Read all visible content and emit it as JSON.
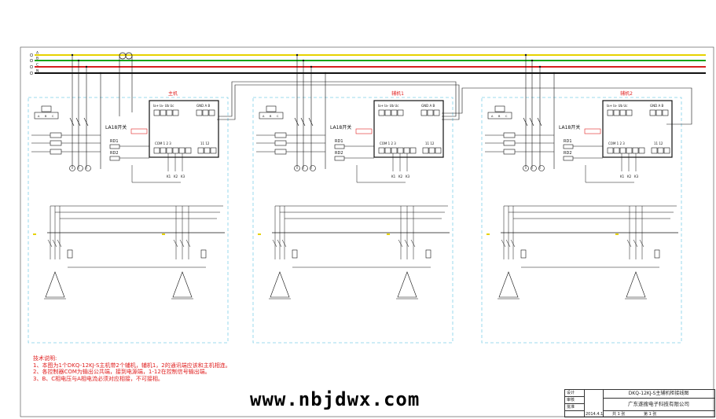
{
  "bus": {
    "labels": [
      "A",
      "B",
      "C",
      "N"
    ],
    "colors": [
      "#e6d200",
      "#1aa31a",
      "#d62020",
      "#111111"
    ]
  },
  "units": [
    {
      "title": "主机"
    },
    {
      "title": "辅机1"
    },
    {
      "title": "辅机2"
    }
  ],
  "controller": {
    "top_terminals": "Ia+ Ia- Ub Uc",
    "comm_terminals": "GND A  B",
    "bottom_terminals": "COM 1  2  3",
    "bottom_terminals_right": "11 12",
    "outputs": [
      "K1",
      "K2",
      "K3"
    ]
  },
  "switch_label": "LA18开关",
  "resistor_labels": [
    "RD1",
    "RD2"
  ],
  "notes": {
    "title": "技术说明:",
    "lines": [
      "1、本图为1个DKQ-12KJ-S主机带2个辅机，辅机1，2的通讯端应该和主机相连。",
      "2、各控制器COM为输出公共端，接到电源端，1-12在控制信号输出端。",
      "3、B、C相电压与A相电流必须对应相接，不可接相。"
    ]
  },
  "watermark": "www.nbjdwx.com",
  "title_block": {
    "title": "DKQ-12KJ-S主辅机柜接线图",
    "company": "广东遂搜电子科技有限公司",
    "row_labels": [
      "设计",
      "审核",
      "批准"
    ],
    "date": "2014.4.1",
    "sheet": "共 1 张",
    "page": "第 1 张"
  },
  "colors": {
    "frame": "#7fcfe8",
    "title_red": "#e02020",
    "line": "#111111"
  }
}
